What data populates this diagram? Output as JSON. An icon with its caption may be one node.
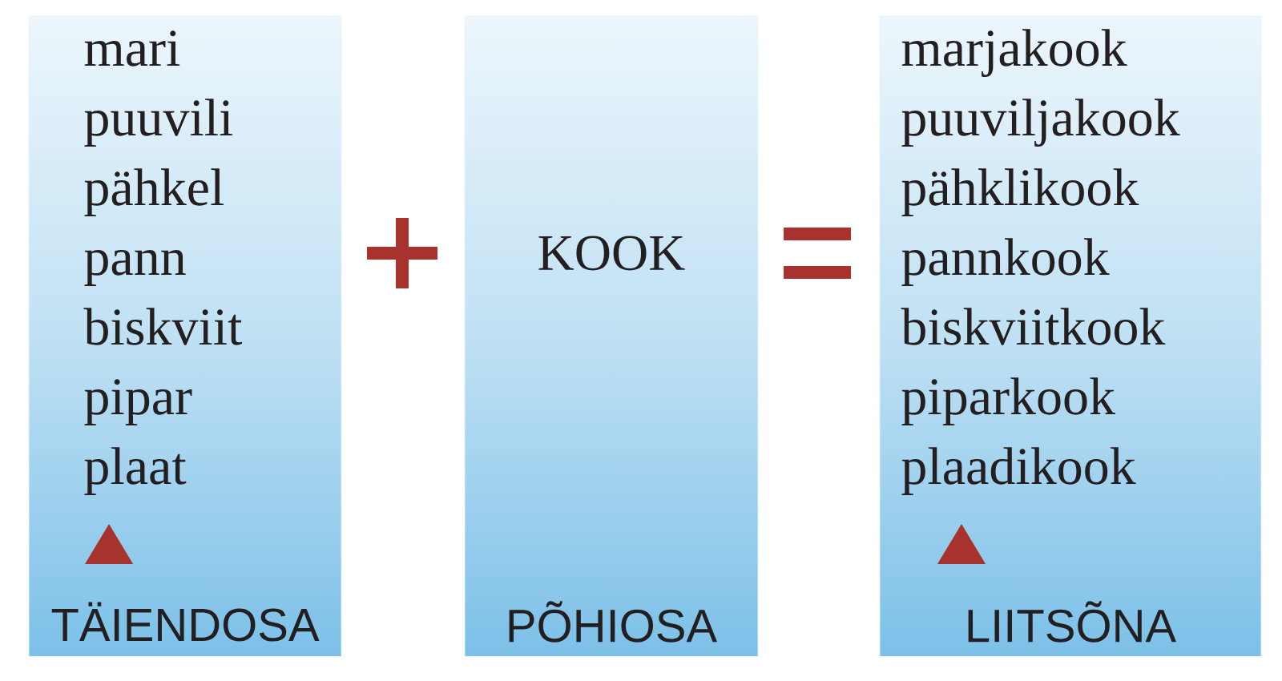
{
  "diagram": {
    "nodes": [
      {
        "text": [
          "mari",
          "puuvili",
          "pähkel",
          "pann",
          "biskviit",
          "pipar",
          "plaat",
          "TÄIENDOSA"
        ]
      },
      {
        "text": [
          "KOOK",
          "PÕHIOSA"
        ]
      },
      {
        "text": [
          "marjakook",
          "puuviljakook",
          "pähklikook",
          "pannkook",
          "biskviitkook",
          "piparkook",
          "plaadikook",
          "LIITSÕNA"
        ]
      }
    ]
  }
}
